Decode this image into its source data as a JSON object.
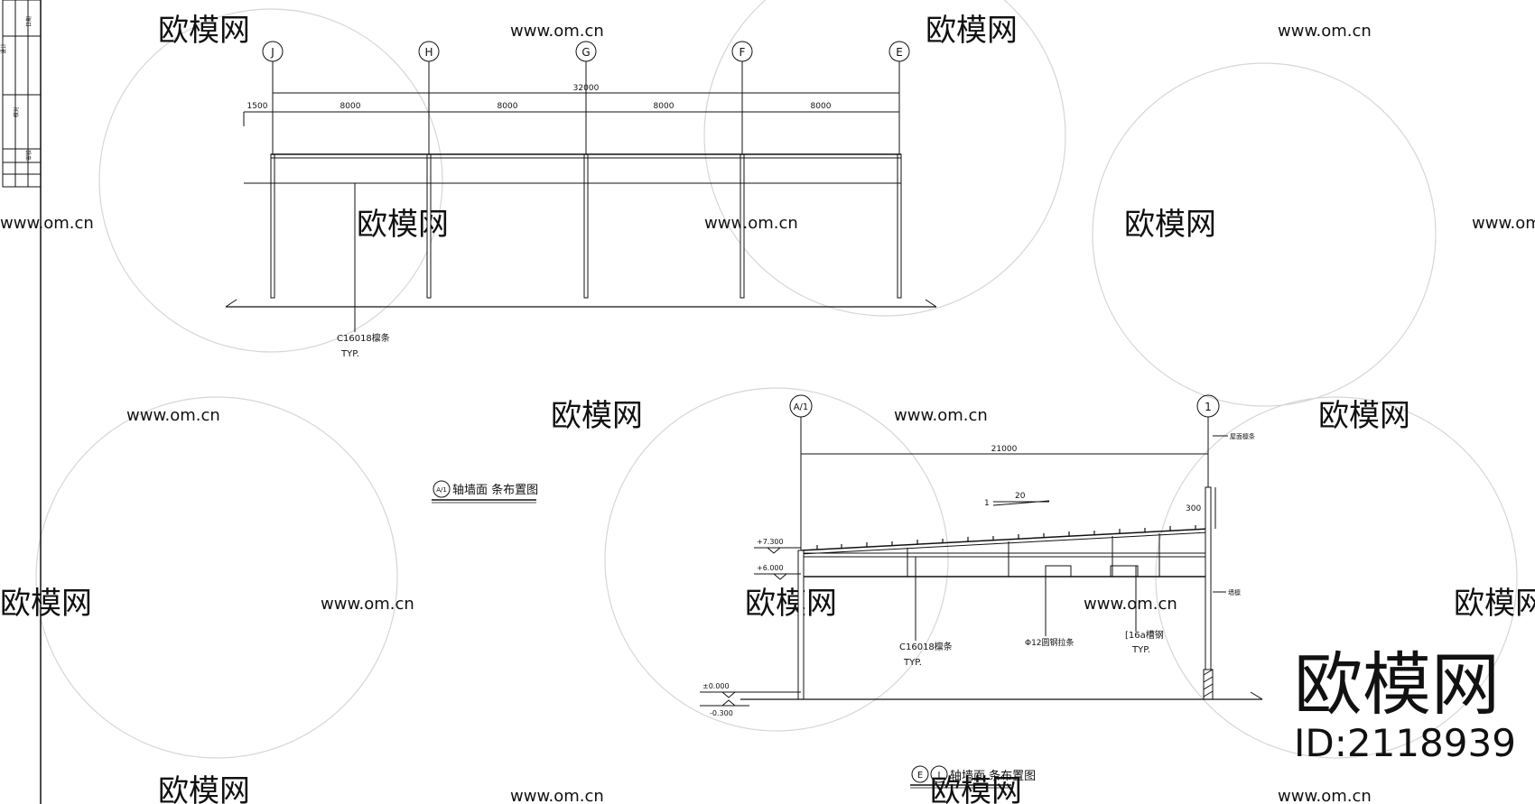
{
  "watermarks": {
    "brand": "欧模网",
    "site": "www.om.cn",
    "id_text": "ID:2118939",
    "color": "#b8b8b8"
  },
  "elevation_top": {
    "grid_labels": [
      "J",
      "H",
      "G",
      "F",
      "E"
    ],
    "total_dim": "32000",
    "offset_dim": "1500",
    "bay_dims": [
      "8000",
      "8000",
      "8000",
      "8000"
    ],
    "purlin_label": "C16018檩条",
    "purlin_typ": "TYP.",
    "title_circle": "A/1",
    "title": "轴墙面 条布置图"
  },
  "elevation_bottom": {
    "grid_labels": [
      "A/1",
      "1"
    ],
    "total_dim": "21000",
    "slope_left": "1",
    "slope_right": "20",
    "dim_300": "300",
    "level_top": "+7.300",
    "level_eave": "+6.000",
    "level_ground": "±0.000",
    "level_below": "-0.300",
    "right_note_top": "屋面檩条",
    "right_note_mid": "墙檩",
    "purlin_label": "C16018檩条",
    "purlin_typ": "TYP.",
    "tie_label": "Φ12圆钢拉条",
    "channel_label": "[16a槽钢",
    "channel_typ": "TYP.",
    "title_circle_1": "E",
    "title_circle_2": "J",
    "title": "轴墙面 条布置图"
  },
  "title_block": {
    "items": [
      "设计",
      "校对",
      "审核",
      "日期"
    ]
  }
}
